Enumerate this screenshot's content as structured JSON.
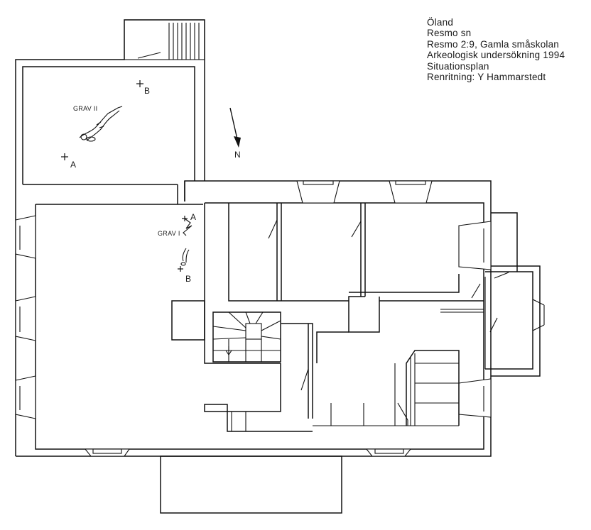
{
  "title_lines": [
    "Öland",
    "Resmo sn",
    "Resmo 2:9, Gamla småskolan",
    "Arkeologisk undersökning 1994",
    "Situationsplan",
    "Renritning: Y Hammarstedt"
  ],
  "north_label": "N",
  "graves": [
    {
      "label": "GRAV II",
      "point_a": "A",
      "point_b": "B"
    },
    {
      "label": "GRAV I",
      "point_a": "A",
      "point_b": "B"
    }
  ]
}
